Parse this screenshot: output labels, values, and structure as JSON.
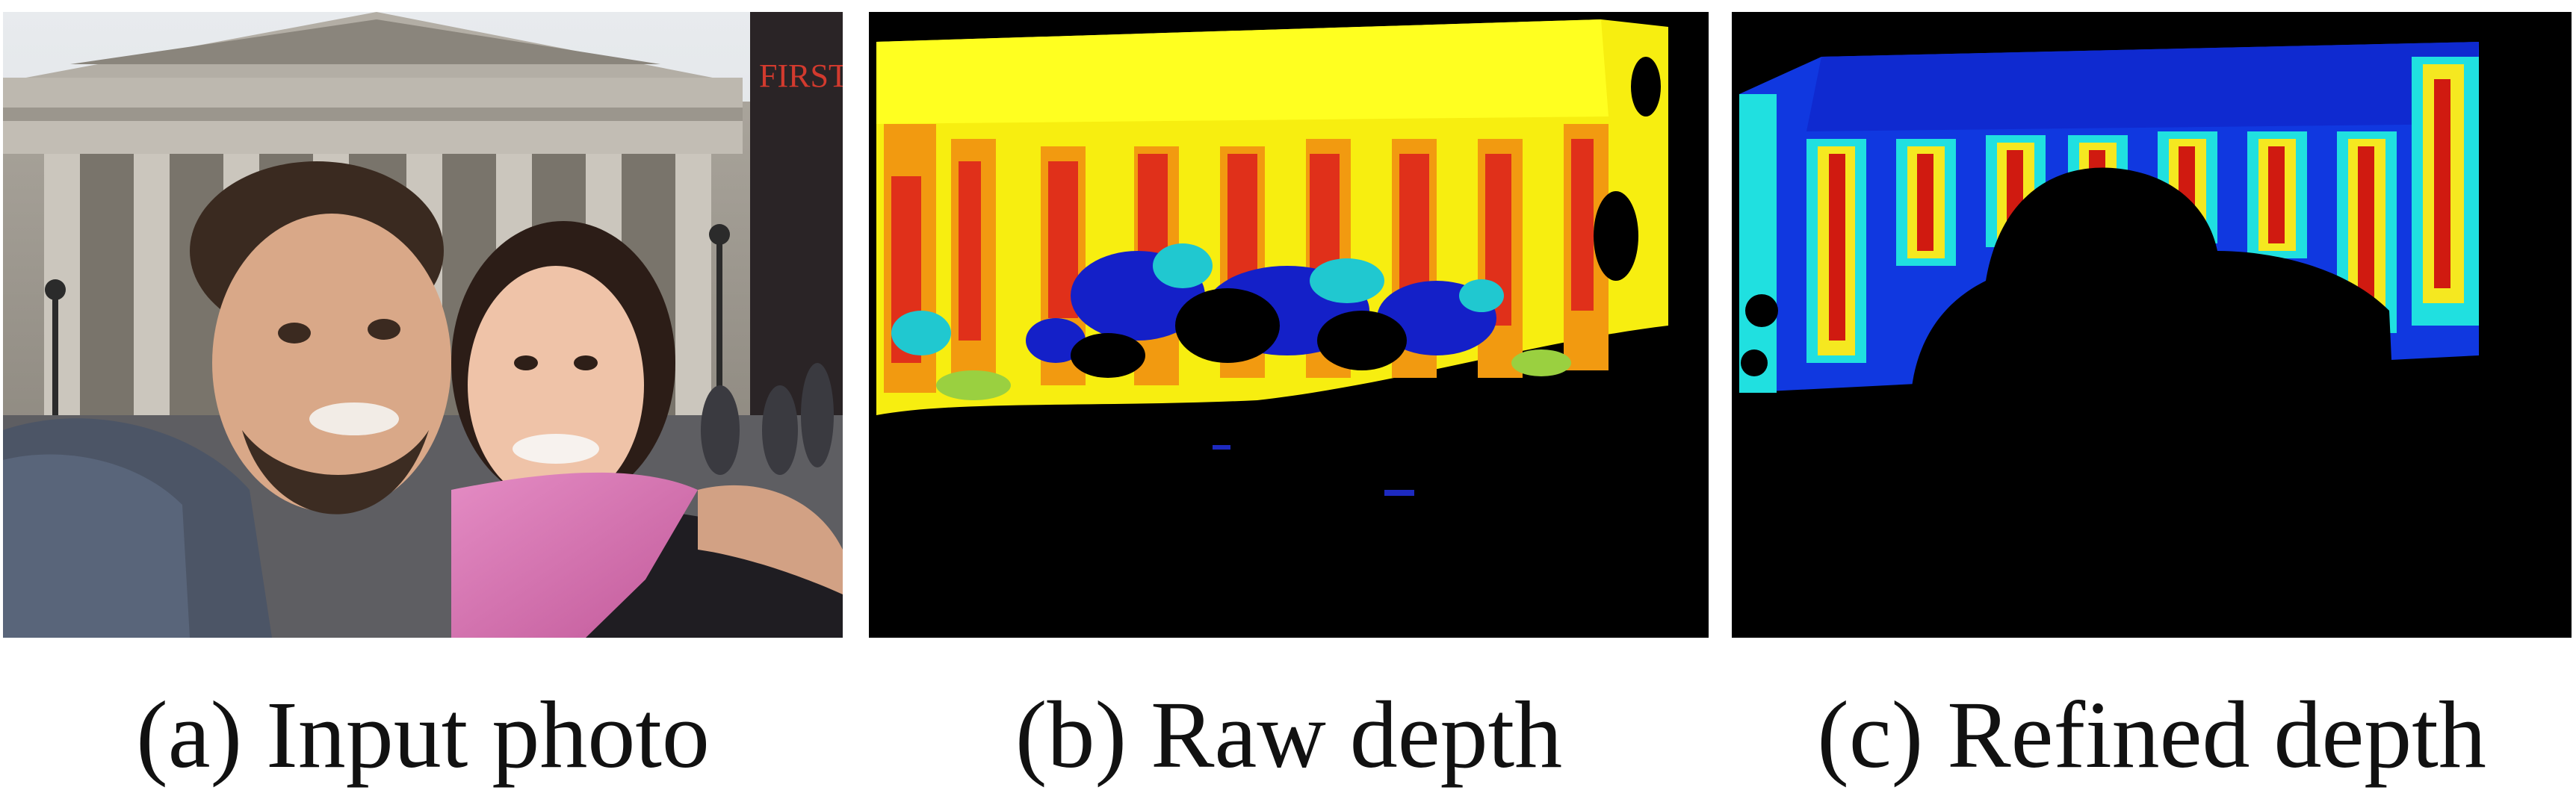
{
  "figure": {
    "panels": [
      {
        "caption": "(a) Input photo",
        "sign_text": "FIRST EMPE"
      },
      {
        "caption": "(b) Raw depth"
      },
      {
        "caption": "(c) Refined depth"
      }
    ],
    "colors": {
      "background": "#ffffff",
      "depth_empty": "#000000",
      "raw_far": "#ffff00",
      "raw_near": "#e02010",
      "refined_far": "#1030e0",
      "refined_near": "#d01a10"
    }
  }
}
